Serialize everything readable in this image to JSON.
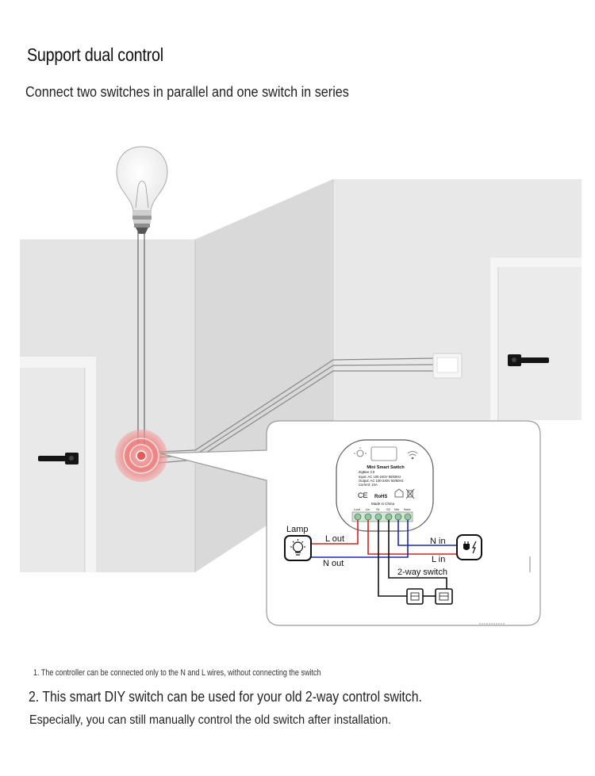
{
  "header": {
    "title": "Support dual control",
    "subtitle": "Connect two switches in parallel and one switch in series"
  },
  "device": {
    "name": "Mini Smart Switch",
    "spec_lines": [
      "ZigBee 3.0",
      "Input: AC 100-240V 50/60Hz",
      "Output: AC 100-240V 50/60Hz",
      "Current: 10A"
    ],
    "made_in": "Made in China",
    "marks": [
      "CE",
      "RoHS"
    ],
    "terminals": [
      "Lout",
      "Lin",
      "S1",
      "S2",
      "Nin",
      "Nout"
    ]
  },
  "wiring": {
    "lamp_label": "Lamp",
    "l_out": "L out",
    "n_out": "N out",
    "n_in": "N in",
    "l_in": "L in",
    "two_way_switch": "2-way switch"
  },
  "colors": {
    "wall": "#e4e4e4",
    "wall_dark": "#dadada",
    "glow": "#e85a5a",
    "wire_red": "#d42020",
    "wire_blue": "#1c2aa8",
    "wire_black": "#111111"
  },
  "footer": {
    "note_small": "1. The controller can be connected only to the N and L wires, without connecting the switch",
    "note_1": "2. This smart DIY switch can be used for your old 2-way control switch.",
    "note_2": "Especially, you can still manually control the old switch after installation."
  }
}
